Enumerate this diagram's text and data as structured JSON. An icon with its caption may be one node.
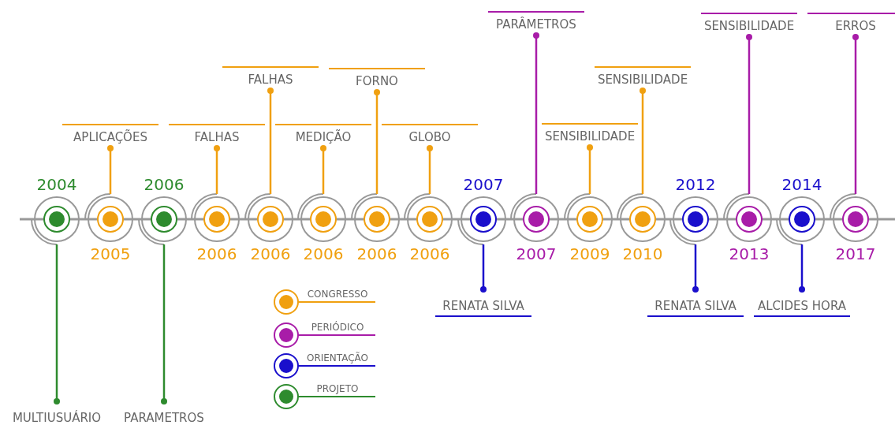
{
  "diagram": {
    "nodes": [
      {
        "text": [],
        "shape": "circle",
        "beside": [
          "2004"
        ]
      },
      {
        "text": [],
        "shape": "circle",
        "beside": [
          "2005"
        ]
      },
      {
        "text": [],
        "shape": "circle",
        "beside": [
          "2006"
        ]
      },
      {
        "text": [],
        "shape": "circle",
        "beside": [
          "2006"
        ]
      },
      {
        "text": [],
        "shape": "circle",
        "beside": [
          "2006"
        ]
      },
      {
        "text": [],
        "shape": "circle",
        "beside": [
          "2006"
        ]
      },
      {
        "text": [],
        "shape": "circle",
        "beside": [
          "2006"
        ]
      },
      {
        "text": [],
        "shape": "circle",
        "beside": [
          "2006"
        ]
      },
      {
        "text": [],
        "shape": "circle",
        "beside": [
          "2007"
        ]
      },
      {
        "text": [],
        "shape": "circle",
        "beside": [
          "2007"
        ]
      },
      {
        "text": [],
        "shape": "circle",
        "beside": [
          "2009"
        ]
      },
      {
        "text": [],
        "shape": "circle",
        "beside": [
          "2010"
        ]
      },
      {
        "text": [],
        "shape": "circle",
        "beside": [
          "2012"
        ]
      },
      {
        "text": [],
        "shape": "circle",
        "beside": [
          "2013"
        ]
      },
      {
        "text": [],
        "shape": "circle",
        "beside": [
          "2014"
        ]
      },
      {
        "text": [],
        "shape": "circle",
        "beside": [
          "2017"
        ]
      },
      {
        "text": [
          "MULTIUSUÁRIO"
        ]
      },
      {
        "text": [
          "APLICAÇÕES"
        ]
      },
      {
        "text": [
          "PARAMETROS"
        ]
      },
      {
        "text": [
          "FALHAS"
        ]
      },
      {
        "text": [
          "FALHAS"
        ]
      },
      {
        "text": [
          "MEDIÇÃO"
        ]
      },
      {
        "text": [
          "FORNO"
        ]
      },
      {
        "text": [
          "GLOBO"
        ]
      },
      {
        "text": [
          "RENATA SILVA"
        ]
      },
      {
        "text": [
          "PARÂMETROS"
        ]
      },
      {
        "text": [
          "SENSIBILIDADE"
        ]
      },
      {
        "text": [
          "SENSIBILIDADE"
        ]
      },
      {
        "text": [
          "RENATA SILVA"
        ]
      },
      {
        "text": [
          "SENSIBILIDADE"
        ]
      },
      {
        "text": [
          "ALCIDES HORA"
        ]
      },
      {
        "text": [
          "ERROS"
        ]
      }
    ],
    "edges": [
      {
        "from": 16,
        "to": 0,
        "arrow": "other",
        "color": "#2e8b2e"
      },
      {
        "from": 17,
        "to": 1,
        "arrow": "other"
      },
      {
        "from": 18,
        "to": 2,
        "arrow": "other",
        "color": "#2e8b2e"
      },
      {
        "from": 19,
        "to": 3,
        "arrow": "other"
      },
      {
        "from": 20,
        "to": 4,
        "arrow": "other"
      },
      {
        "from": 21,
        "to": 5,
        "arrow": "other"
      },
      {
        "from": 22,
        "to": 6,
        "arrow": "other"
      },
      {
        "from": 23,
        "to": 7,
        "arrow": "other"
      },
      {
        "from": 24,
        "to": 8,
        "arrow": "other",
        "color": "#1a0fcc"
      },
      {
        "from": 25,
        "to": 9,
        "arrow": "other",
        "color": "#a81ca8"
      },
      {
        "from": 26,
        "to": 10,
        "arrow": "other"
      },
      {
        "from": 27,
        "to": 11,
        "arrow": "other"
      },
      {
        "from": 28,
        "to": 12,
        "arrow": "other",
        "color": "#1a0fcc"
      },
      {
        "from": 29,
        "to": 13,
        "arrow": "other",
        "color": "#a81ca8"
      },
      {
        "from": 30,
        "to": 14,
        "arrow": "other",
        "color": "#1a0fcc"
      },
      {
        "from": 31,
        "to": 15,
        "arrow": "other",
        "color": "#a81ca8"
      }
    ],
    "legend": [
      {
        "text": "CONGRESSO",
        "color": "#f0a010"
      },
      {
        "text": "PERIÓDICO",
        "color": "#a81ca8"
      },
      {
        "text": "ORIENTAÇÃO",
        "color": "#1a0fcc"
      },
      {
        "text": "PROJETO",
        "color": "#2e8b2e"
      }
    ]
  }
}
